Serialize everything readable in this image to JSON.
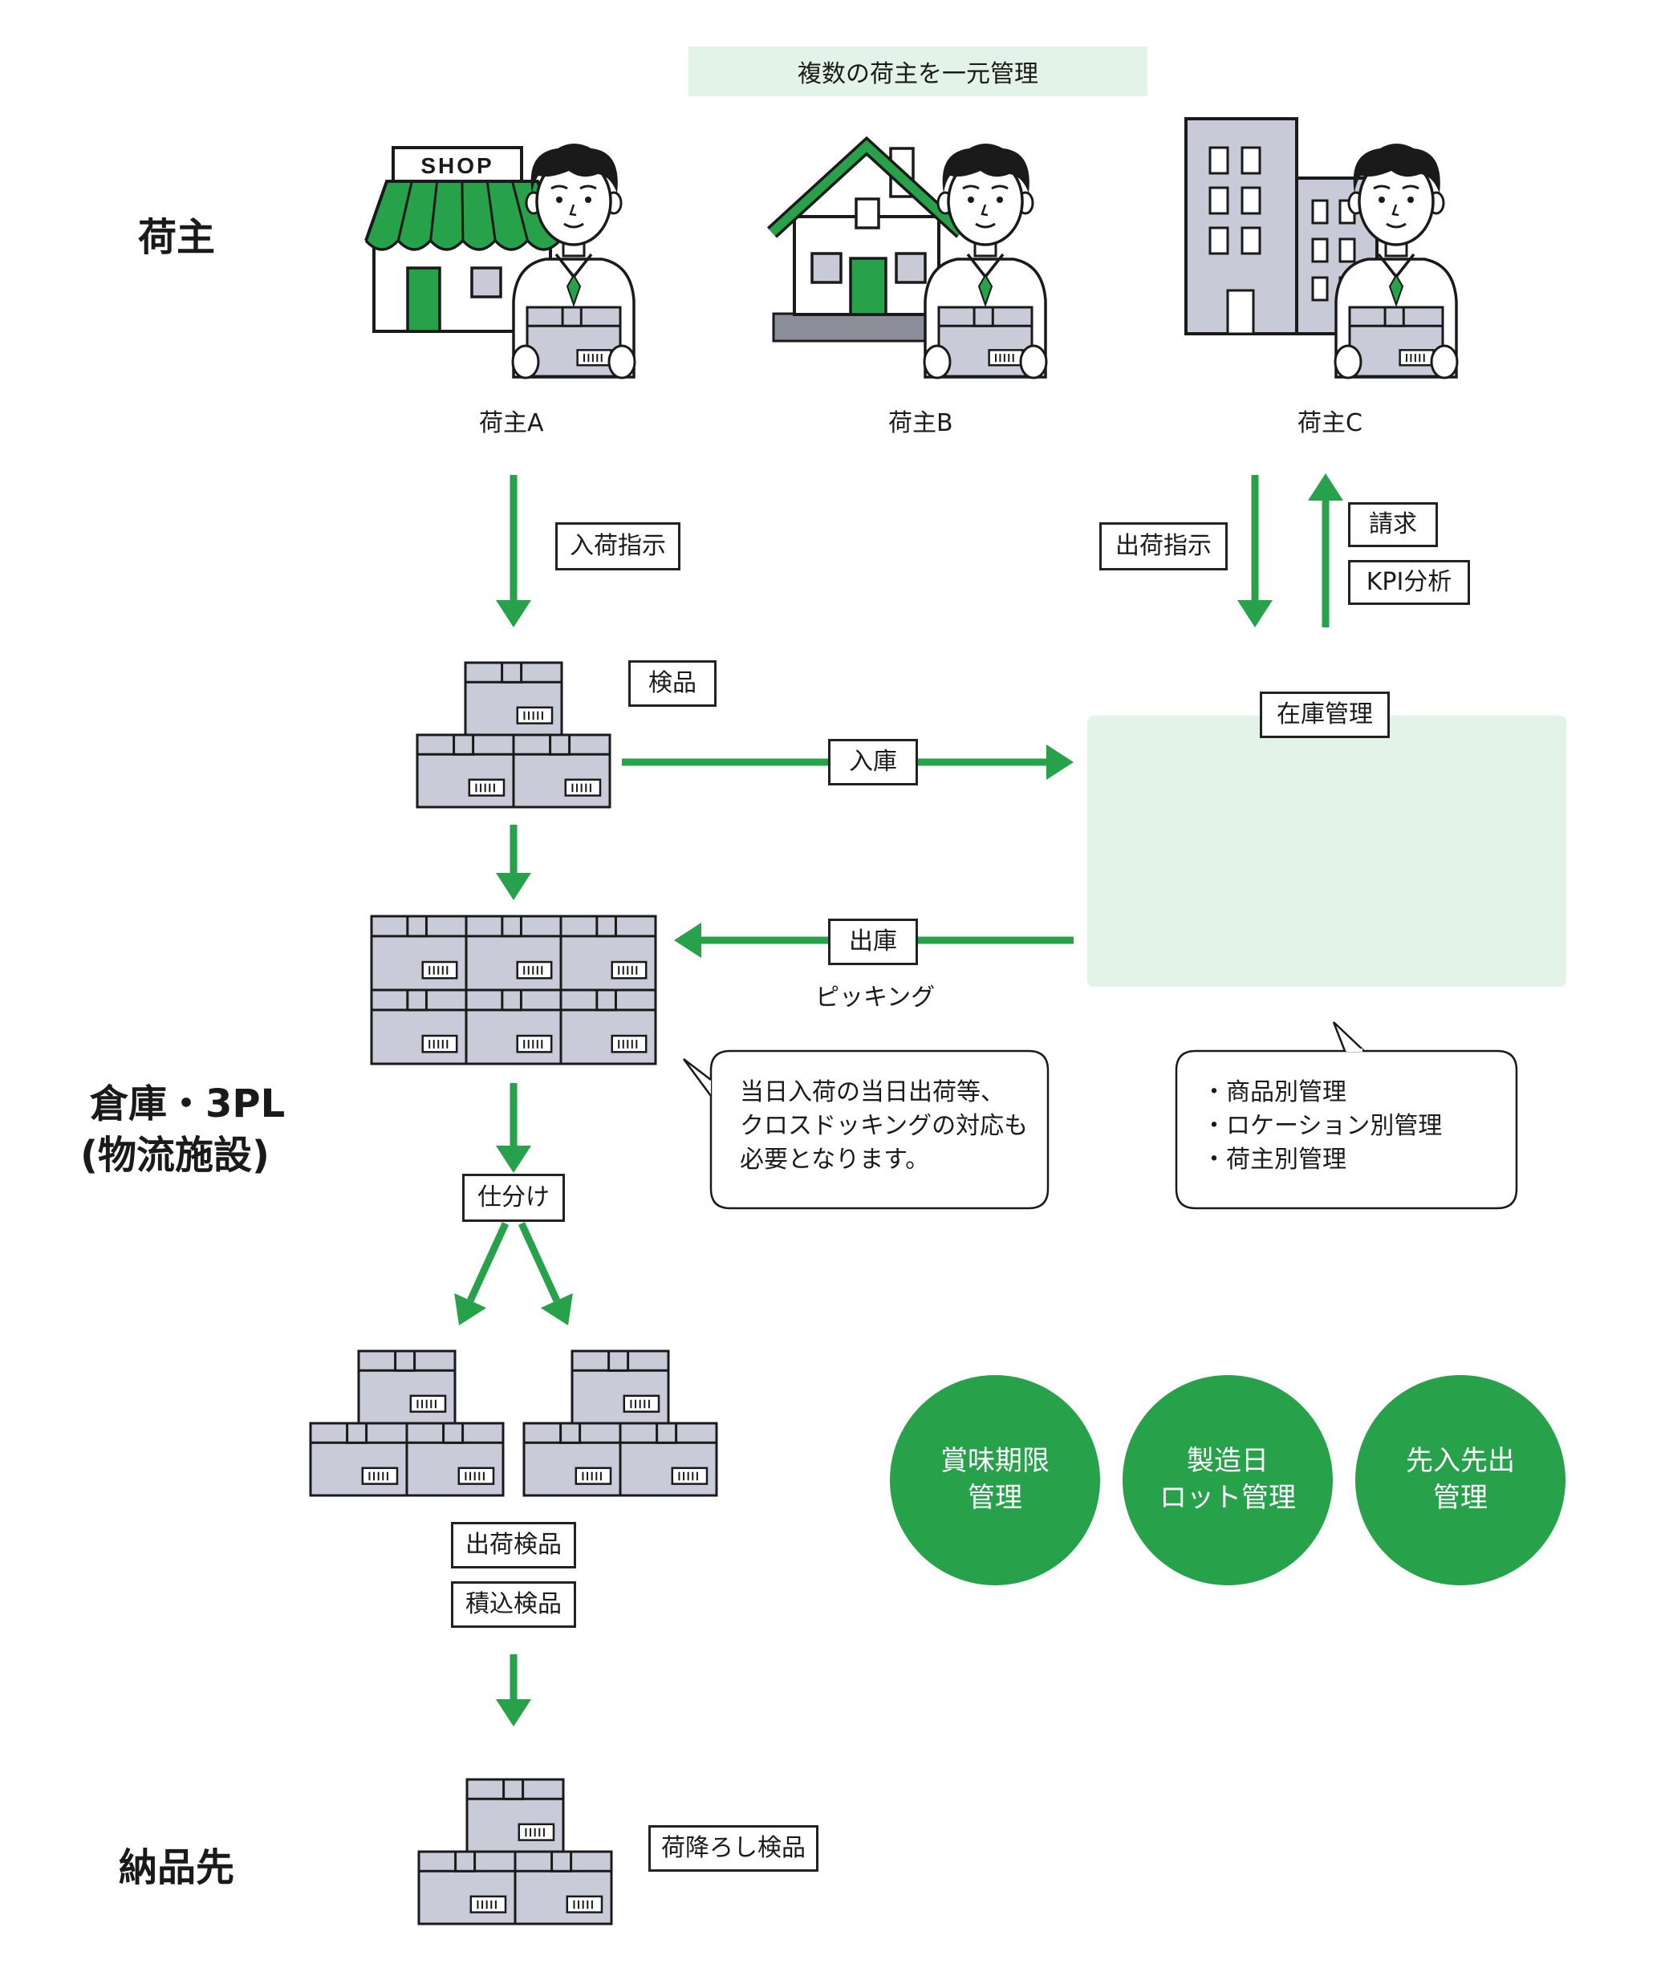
{
  "colors": {
    "green": "#27a24a",
    "light_green": "#e4f3e8",
    "box_fill": "#c9cbd9",
    "building_fill": "#c8cad8",
    "line": "#1a1a1a"
  },
  "header": {
    "banner": "複数の荷主を一元管理"
  },
  "sections": {
    "shipper": "荷主",
    "warehouse_line1": "倉庫・3PL",
    "warehouse_line2": "(物流施設)",
    "destination": "納品先"
  },
  "shippers": [
    {
      "name": "荷主A",
      "icon": "shop-icon",
      "shop_sign": "SHOP"
    },
    {
      "name": "荷主B",
      "icon": "house-icon"
    },
    {
      "name": "荷主C",
      "icon": "office-building-icon"
    }
  ],
  "labels": {
    "inbound_instruction": "入荷指示",
    "outbound_instruction": "出荷指示",
    "billing": "請求",
    "kpi": "KPI分析",
    "inspection": "検品",
    "put_away": "入庫",
    "inventory": "在庫管理",
    "pick_out": "出庫",
    "picking": "ピッキング",
    "sorting": "仕分け",
    "ship_inspection": "出荷検品",
    "load_inspection": "積込検品",
    "unload_inspection": "荷降ろし検品"
  },
  "notes": {
    "crossdock": [
      "当日入荷の当日出荷等、",
      "クロスドッキングの対応も",
      "必要となります。"
    ],
    "inventory_items": [
      "・商品別管理",
      "・ロケーション別管理",
      "・荷主別管理"
    ]
  },
  "features": [
    {
      "line1": "賞味期限",
      "line2": "管理"
    },
    {
      "line1": "製造日",
      "line2": "ロット管理"
    },
    {
      "line1": "先入先出",
      "line2": "管理"
    }
  ]
}
